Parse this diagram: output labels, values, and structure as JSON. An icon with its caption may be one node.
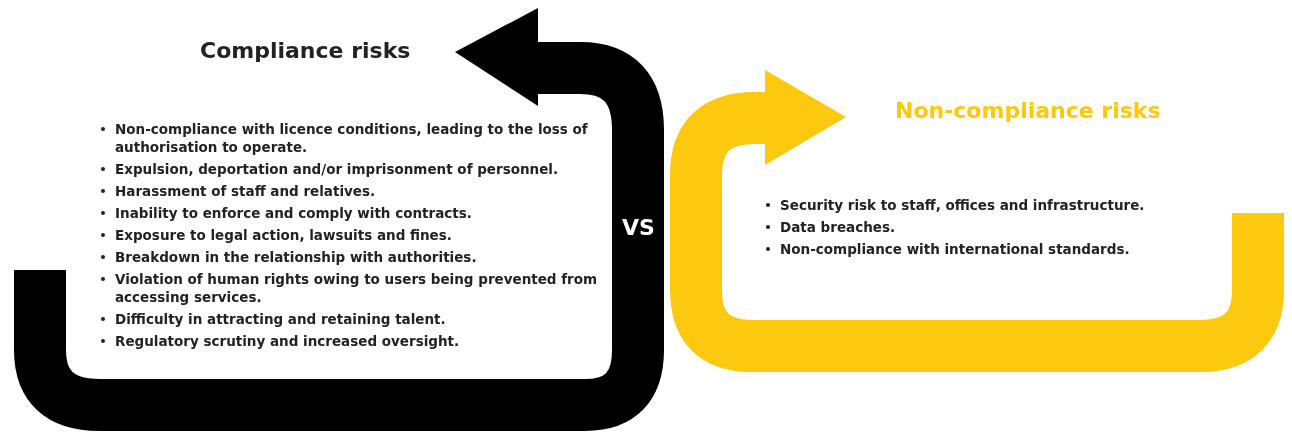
{
  "diagram": {
    "nodes": [
      {
        "text": [
          "Compliance risks",
          "Non-compliance with licence conditions, leading to the loss of authorisation to operate.",
          "Expulsion, deportation and/or imprisonment of personnel.",
          "Harassment of staff and relatives.",
          "Inability to enforce and comply with contracts.",
          "Exposure to legal action, lawsuits and fines.",
          "Breakdown in the relationship with authorities.",
          "Violation of human rights owing to users being prevented from accessing services.",
          "Difficulty in attracting and retaining talent.",
          "Regulatory scrutiny and increased oversight."
        ]
      },
      {
        "text": [
          "Non-compliance risks",
          "Security risk to staff, offices and infrastructure.",
          "Data breaches.",
          "Non-compliance with international standards."
        ]
      }
    ],
    "labels": [
      "VS"
    ]
  }
}
